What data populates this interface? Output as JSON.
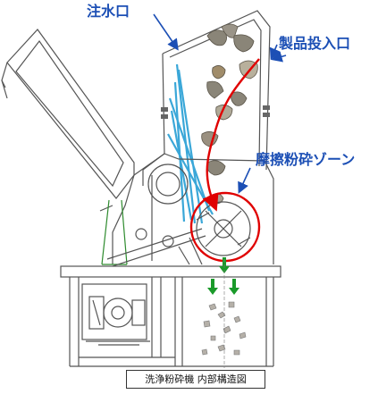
{
  "labels": {
    "water_inlet": "注水口",
    "product_inlet": "製品投入口",
    "friction_zone": "摩擦粉砕ゾーン"
  },
  "caption": "洗浄粉砕機 内部構造図",
  "colors": {
    "callout_text": "#1c4fb5",
    "water_lines": "#3aa7d8",
    "flow_path": "#e00000",
    "down_arrows": "#1a9a2a",
    "frame_green": "#2e8b2e",
    "line_art": "#555555"
  }
}
